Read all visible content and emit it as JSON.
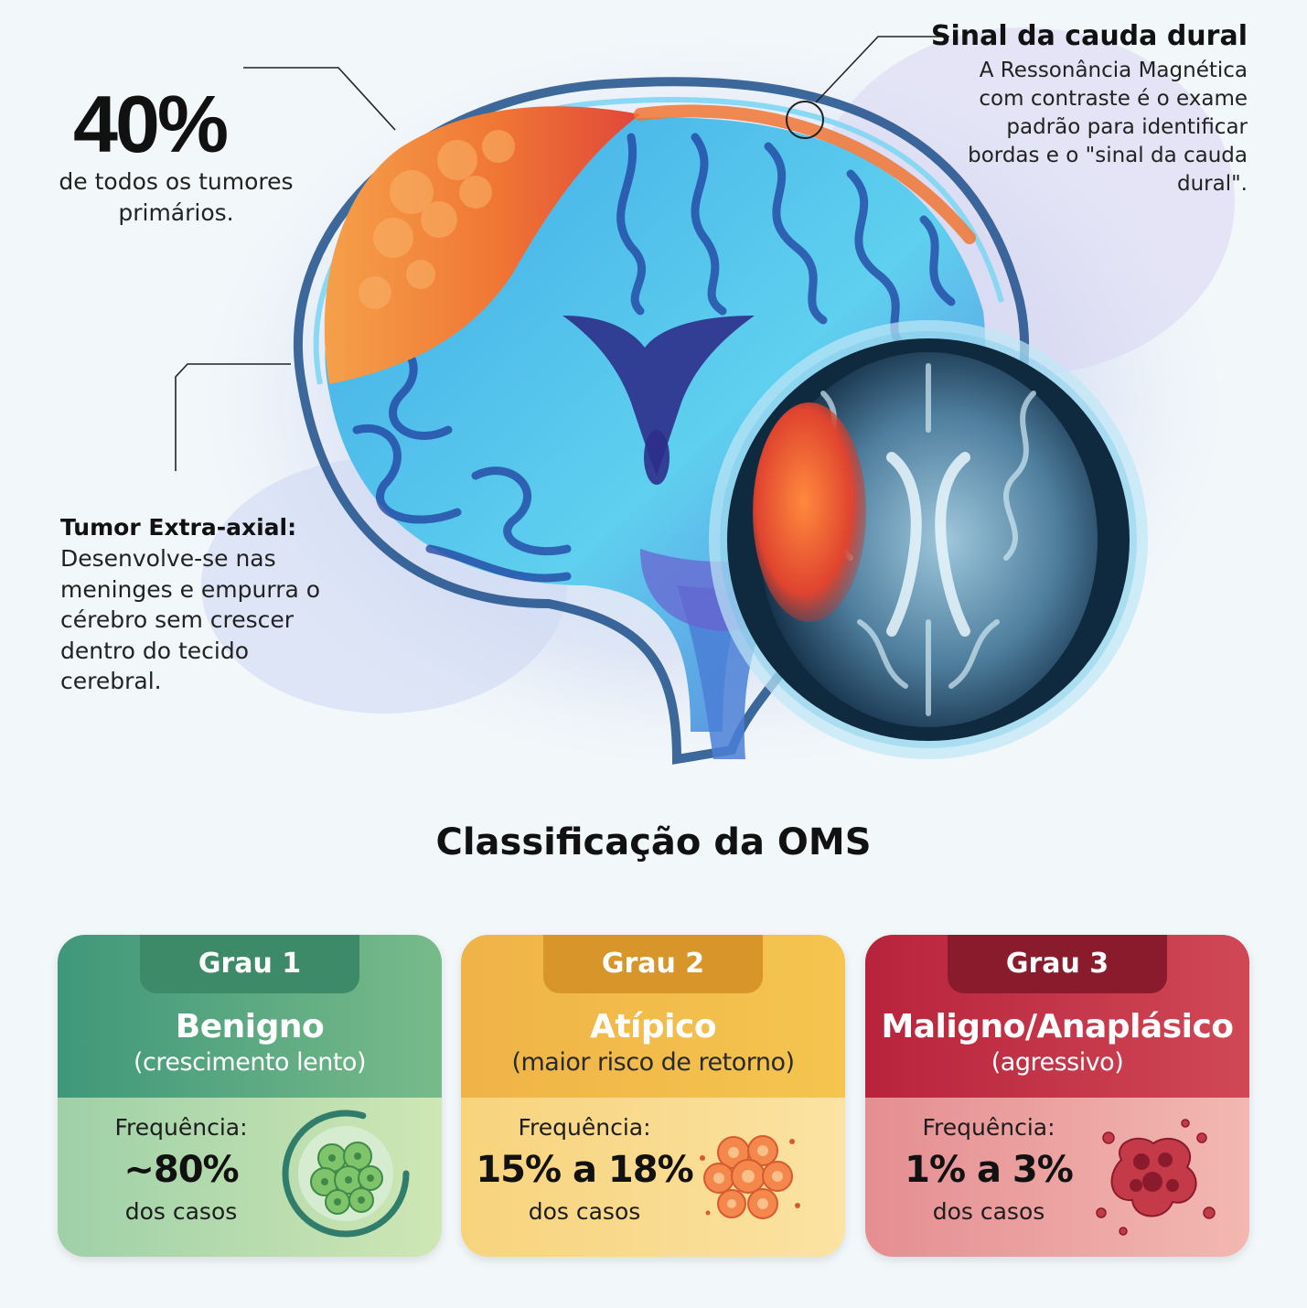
{
  "stat": {
    "value": "40%",
    "description": "de todos os tumores primários."
  },
  "callout": {
    "title": "Sinal da cauda dural",
    "description": "A Ressonância Magnética com contraste é o exame padrão para identificar bordas e o \"sinal da cauda dural\"."
  },
  "tumor": {
    "title": "Tumor Extra-axial:",
    "description": "Desenvolve-se nas meninges e empurra o cérebro sem crescer dentro do tecido cerebral."
  },
  "section_title": "Classificação da OMS",
  "grades": [
    {
      "grade": "Grau 1",
      "title": "Benigno",
      "subtitle": "(crescimento lento)",
      "freq_label": "Frequência:",
      "freq_value": "~80%",
      "freq_unit": "dos casos",
      "icon": "benign-cells-icon"
    },
    {
      "grade": "Grau 2",
      "title": "Atípico",
      "subtitle": "(maior risco de retorno)",
      "freq_label": "Frequência:",
      "freq_value": "15% a 18%",
      "freq_unit": "dos casos",
      "icon": "atypical-cells-icon"
    },
    {
      "grade": "Grau 3",
      "title": "Maligno/Anaplásico",
      "subtitle": "(agressivo)",
      "freq_label": "Frequência:",
      "freq_value": "1% a 3%",
      "freq_unit": "dos casos",
      "icon": "malignant-cells-icon"
    }
  ],
  "colors": {
    "grade1": "#5fae86",
    "grade1_tab": "#3f8f6c",
    "grade2": "#f2b84a",
    "grade2_tab": "#d8952a",
    "grade3": "#c83a4c",
    "grade3_tab": "#8e1a2c",
    "tumor": "#f07a34",
    "brain": "#45b8e8"
  }
}
